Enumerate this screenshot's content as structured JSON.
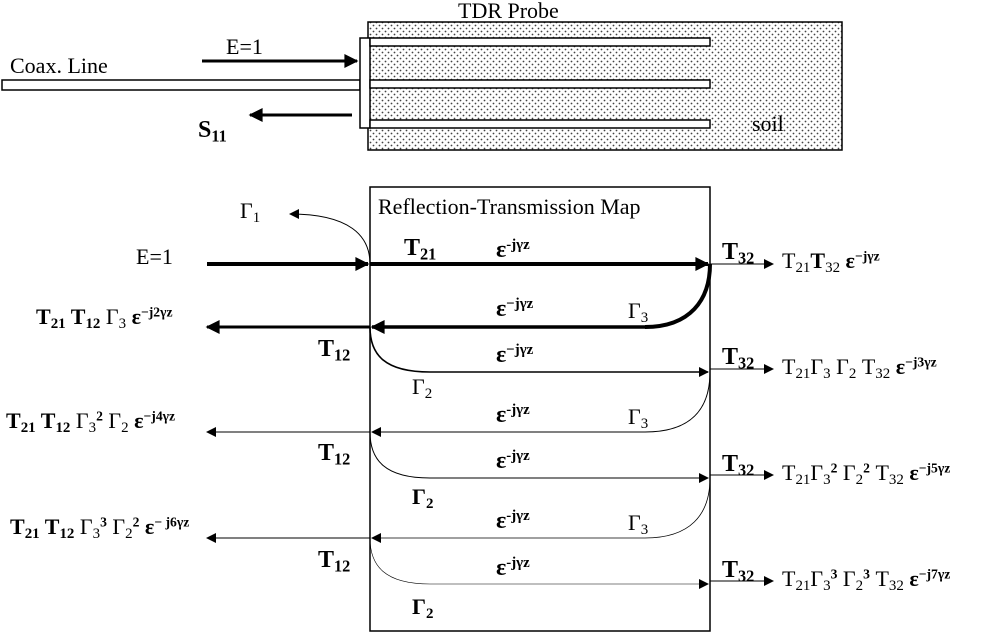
{
  "probe": {
    "title": "TDR Probe",
    "coax_label": "Coax. Line",
    "soil_label": "soil",
    "incident_label": "E=1",
    "reflected_label": "S",
    "reflected_sub": "11"
  },
  "map": {
    "title": "Reflection-Transmission Map",
    "incident_label": "E=1",
    "gamma": "Γ",
    "eps": "ε",
    "T21": "T",
    "T21_sub": "21",
    "T12": "T",
    "T12_sub": "12",
    "T32": "T",
    "T32_sub": "32",
    "sub1": "1",
    "sub2": "2",
    "sub3": "3",
    "phase": "-jγz",
    "phase_minus": "−jγz",
    "gamma1": "Γ",
    "gamma2": "Γ",
    "gamma3": "Γ"
  },
  "outputs": {
    "right": [
      {
        "base": "T",
        "s1": "21",
        "mid": "T",
        "s2": "32",
        "eps": "ε",
        "exp": "−jγz"
      },
      {
        "base": "T",
        "s1": "21",
        "g3": "Γ",
        "g3s": "3",
        "g2": "Γ",
        "g2s": "2",
        "t": "T",
        "ts": "32",
        "eps": "ε",
        "exp": "−j3γz"
      },
      {
        "base": "T",
        "s1": "21",
        "g3": "Γ",
        "g3s": "3",
        "g3p": "2",
        "g2": "Γ",
        "g2s": "2",
        "g2p": "2",
        "t": "T",
        "ts": "32",
        "eps": "ε",
        "exp": "−j5γz"
      },
      {
        "base": "T",
        "s1": "21",
        "g3": "Γ",
        "g3s": "3",
        "g3p": "3",
        "g2": "Γ",
        "g2s": "2",
        "g2p": "3",
        "t": "T",
        "ts": "32",
        "eps": "ε",
        "exp": "−j7γz"
      }
    ],
    "left": [
      {
        "t1": "T",
        "t1s": "21",
        "t2": "T",
        "t2s": "12",
        "g3": "Γ",
        "g3s": "3",
        "eps": "ε",
        "exp": "−j2γz"
      },
      {
        "t1": "T",
        "t1s": "21",
        "t2": "T",
        "t2s": "12",
        "g3": "Γ",
        "g3s": "3",
        "g3p": "2",
        "g2": "Γ",
        "g2s": "2",
        "eps": "ε",
        "exp": "−j4γz"
      },
      {
        "t1": "T",
        "t1s": "21",
        "t2": "T",
        "t2s": "12",
        "g3": "Γ",
        "g3s": "3",
        "g3p": "3",
        "g2": "Γ",
        "g2s": "2",
        "g2p": "2",
        "eps": "ε",
        "exp": "− j6γz"
      }
    ]
  }
}
